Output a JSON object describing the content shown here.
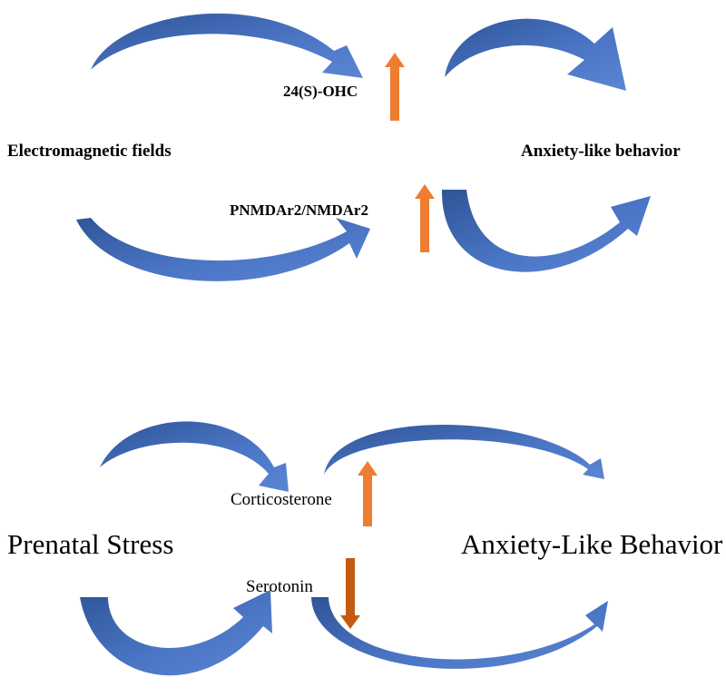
{
  "colors": {
    "curved_arrow_fill": "#4a74c4",
    "curved_arrow_shade": "#2f5597",
    "increase_arrow": "#ed7d31",
    "decrease_arrow": "#c55a11"
  },
  "panel_top": {
    "source": "Electromagnetic fields",
    "outcome": "Anxiety-like behavior",
    "mediator_upper": {
      "label": "24(S)-OHC",
      "direction": "up"
    },
    "mediator_lower": {
      "label": "PNMDAr2/NMDAr2",
      "direction": "up"
    }
  },
  "panel_bottom": {
    "source": "Prenatal Stress",
    "outcome": "Anxiety-Like Behavior",
    "mediator_upper": {
      "label": "Corticosterone",
      "direction": "up"
    },
    "mediator_lower": {
      "label": "Serotonin",
      "direction": "down"
    }
  }
}
